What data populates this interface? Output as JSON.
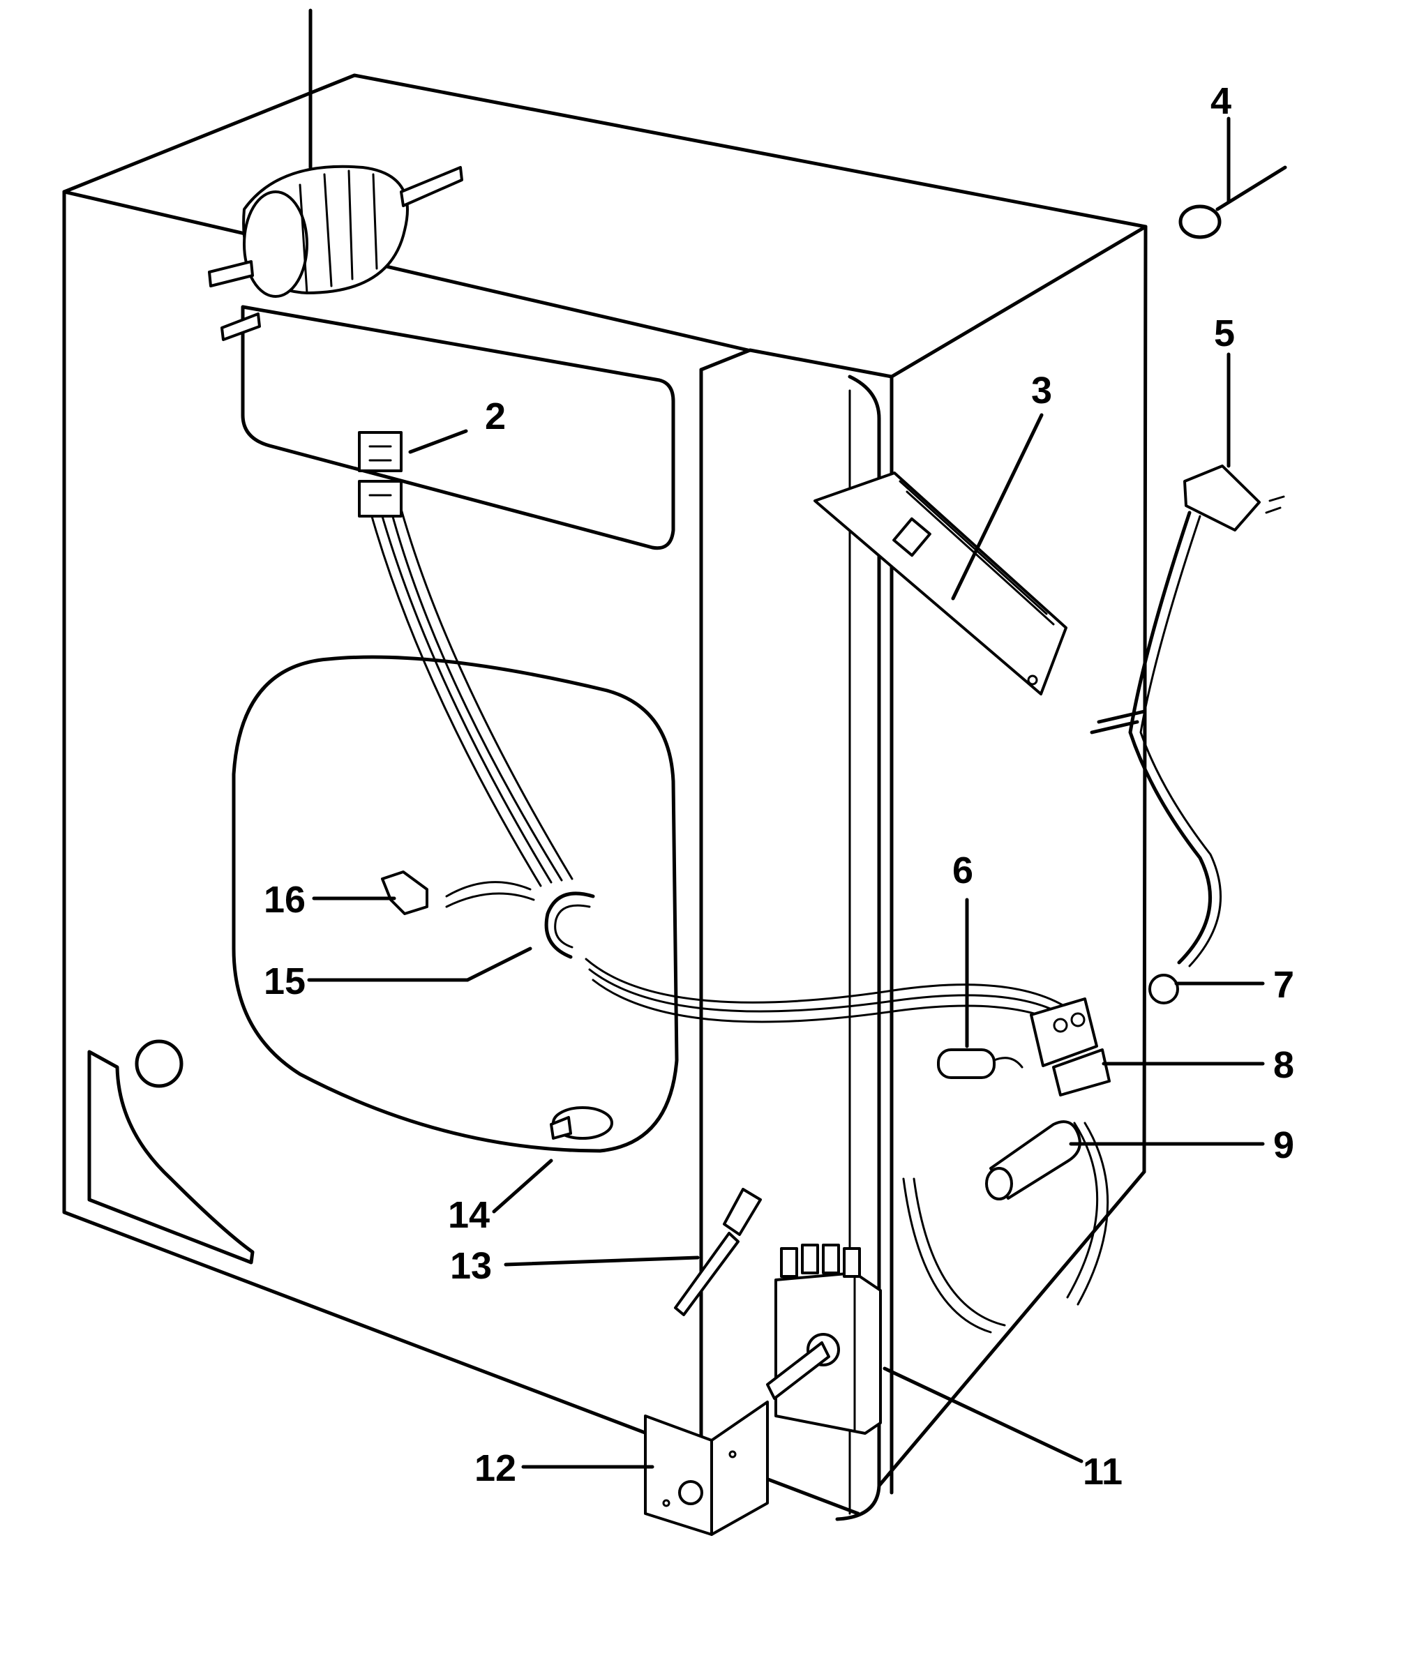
{
  "callouts": [
    {
      "id": "2",
      "text": "2"
    },
    {
      "id": "3",
      "text": "3"
    },
    {
      "id": "4",
      "text": "4"
    },
    {
      "id": "5",
      "text": "5"
    },
    {
      "id": "6",
      "text": "6"
    },
    {
      "id": "7",
      "text": "7"
    },
    {
      "id": "8",
      "text": "8"
    },
    {
      "id": "9",
      "text": "9"
    },
    {
      "id": "11",
      "text": "11"
    },
    {
      "id": "12",
      "text": "12"
    },
    {
      "id": "13",
      "text": "13"
    },
    {
      "id": "14",
      "text": "14"
    },
    {
      "id": "15",
      "text": "15"
    },
    {
      "id": "16",
      "text": "16"
    }
  ]
}
